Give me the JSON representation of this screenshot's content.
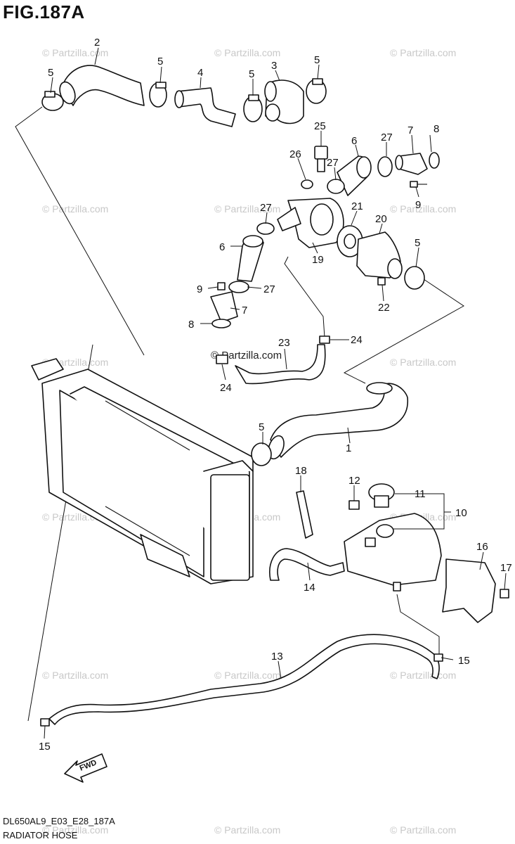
{
  "figure": {
    "title": "FIG.187A",
    "footer_code": "DL650AL9_E03_E28_187A",
    "footer_name": "RADIATOR HOSE",
    "fwd_label": "FWD"
  },
  "watermark": "© Partzilla.com",
  "callouts": [
    {
      "id": "c1",
      "label": "1"
    },
    {
      "id": "c2",
      "label": "2"
    },
    {
      "id": "c3",
      "label": "3"
    },
    {
      "id": "c4",
      "label": "4"
    },
    {
      "id": "c5a",
      "label": "5"
    },
    {
      "id": "c5b",
      "label": "5"
    },
    {
      "id": "c5c",
      "label": "5"
    },
    {
      "id": "c5d",
      "label": "5"
    },
    {
      "id": "c5e",
      "label": "5"
    },
    {
      "id": "c5f",
      "label": "5"
    },
    {
      "id": "c6a",
      "label": "6"
    },
    {
      "id": "c6b",
      "label": "6"
    },
    {
      "id": "c7a",
      "label": "7"
    },
    {
      "id": "c7b",
      "label": "7"
    },
    {
      "id": "c8a",
      "label": "8"
    },
    {
      "id": "c8b",
      "label": "8"
    },
    {
      "id": "c9a",
      "label": "9"
    },
    {
      "id": "c9b",
      "label": "9"
    },
    {
      "id": "c10",
      "label": "10"
    },
    {
      "id": "c11",
      "label": "11"
    },
    {
      "id": "c12",
      "label": "12"
    },
    {
      "id": "c13",
      "label": "13"
    },
    {
      "id": "c14",
      "label": "14"
    },
    {
      "id": "c15a",
      "label": "15"
    },
    {
      "id": "c15b",
      "label": "15"
    },
    {
      "id": "c16",
      "label": "16"
    },
    {
      "id": "c17",
      "label": "17"
    },
    {
      "id": "c18",
      "label": "18"
    },
    {
      "id": "c19",
      "label": "19"
    },
    {
      "id": "c20",
      "label": "20"
    },
    {
      "id": "c21",
      "label": "21"
    },
    {
      "id": "c22",
      "label": "22"
    },
    {
      "id": "c23",
      "label": "23"
    },
    {
      "id": "c24a",
      "label": "24"
    },
    {
      "id": "c24b",
      "label": "24"
    },
    {
      "id": "c25",
      "label": "25"
    },
    {
      "id": "c26",
      "label": "26"
    },
    {
      "id": "c27a",
      "label": "27"
    },
    {
      "id": "c27b",
      "label": "27"
    },
    {
      "id": "c27c",
      "label": "27"
    },
    {
      "id": "c27d",
      "label": "27"
    }
  ]
}
